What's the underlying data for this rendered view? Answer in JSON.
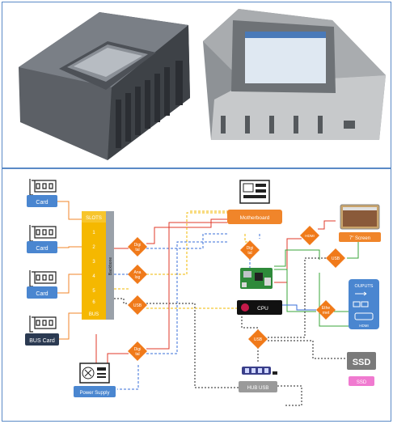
{
  "diagram": {
    "slots": {
      "header": "SLOTS",
      "numbers": [
        "1",
        "2",
        "3",
        "4",
        "5",
        "6"
      ],
      "footer": "BUS"
    },
    "backbone_label": "Backbone",
    "cards": [
      "Card",
      "Card",
      "Card"
    ],
    "bus_card": "BUS Card",
    "power_supply": "Power Supply",
    "diamonds": {
      "digital_1": [
        "Digi",
        "tal"
      ],
      "analog": [
        "Ana",
        "log"
      ],
      "usb_left": "USB",
      "digital_2": [
        "Digi",
        "tal"
      ],
      "digital_mb": [
        "Digi",
        "tal"
      ],
      "hdmi": "HDMI",
      "usb_right": "USB",
      "ethernet": [
        "Ethe",
        "rnet"
      ],
      "usb_hub": "USB"
    },
    "motherboard": "Motherboard",
    "cpu": "CPU",
    "screen": "7\" Screen",
    "outputs": {
      "title": "OUPUTS",
      "hdmi_label": "HDMI"
    },
    "ssd": {
      "icon_text": "SSD",
      "label": "SSD"
    },
    "hub": "HUB USB"
  },
  "colors": {
    "panel_border": "#5a8ac6",
    "card_blue": "#4a86d0",
    "bus_card_dark": "#2b3a52",
    "slot_yellow": "#f5b800",
    "backbone_gray": "#9aa1a9",
    "diamond_orange": "#f07a1a",
    "motherboard_orange": "#f0852a",
    "outputs_blue": "#4a86d0",
    "ssd_pink": "#f07ad0",
    "hub_gray": "#9a9a9a",
    "line_red": "#e03a2a",
    "line_blue": "#3a6fd8",
    "line_green": "#3aa53a",
    "line_yellow": "#f2b800",
    "line_black": "#222222"
  }
}
